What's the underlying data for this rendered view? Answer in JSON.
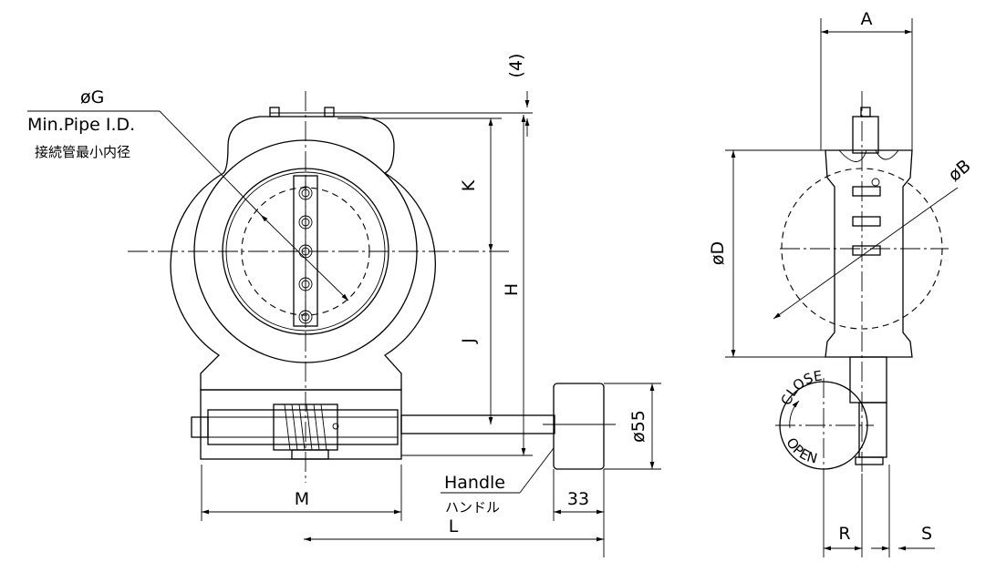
{
  "labels": {
    "g": "øG",
    "min_pipe": "Min.Pipe I.D.",
    "min_pipe_jp": "接続管最小内径",
    "gap": "(4)",
    "k": "K",
    "h": "H",
    "j": "J",
    "d55": "ø55",
    "handle": "Handle",
    "handle_jp": "ハンドル",
    "h33": "33",
    "m": "M",
    "l": "L",
    "a": "A",
    "b": "øB",
    "d": "øD",
    "r": "R",
    "s": "S",
    "close": "CLOSE",
    "open": "OPEN"
  }
}
